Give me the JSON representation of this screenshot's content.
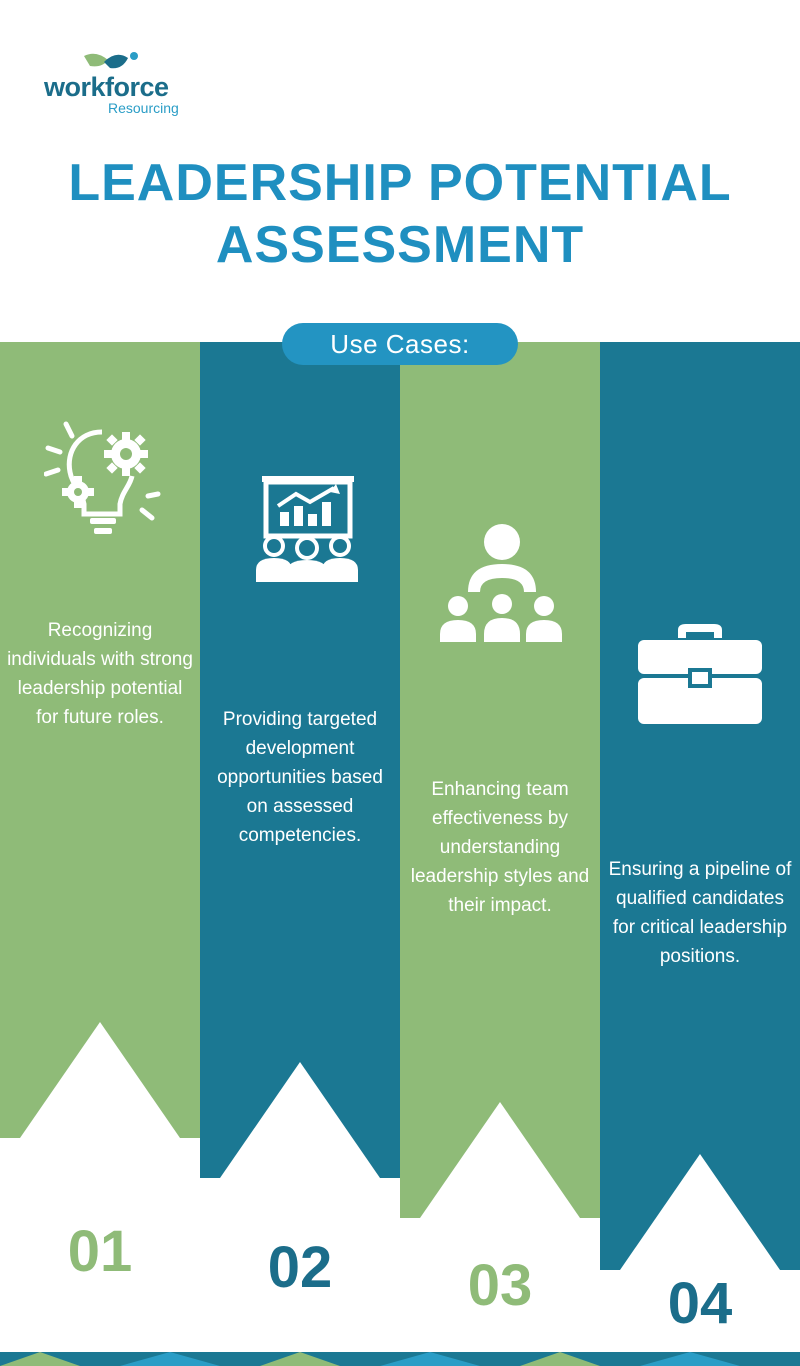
{
  "logo": {
    "word": "workforce",
    "sub": "Resourcing"
  },
  "title": {
    "line1": "LEADERSHIP POTENTIAL",
    "line2": "ASSESSMENT"
  },
  "section_label": "Use Cases:",
  "cases": [
    {
      "number": "01",
      "icon": "lightbulb-gears-icon",
      "text": "Recognizing individuals with strong leadership potential for future roles."
    },
    {
      "number": "02",
      "icon": "presentation-board-team-icon",
      "text": "Providing targeted development opportunities based on assessed competencies."
    },
    {
      "number": "03",
      "icon": "team-hierarchy-icon",
      "text": "Enhancing team effectiveness by understanding leadership styles and their impact."
    },
    {
      "number": "04",
      "icon": "briefcase-icon",
      "text": "Ensuring a pipeline of qualified candidates for critical leadership positions."
    }
  ],
  "colors": {
    "green": "#8fbb78",
    "blue": "#1b7893",
    "title": "#1f8fc0",
    "pill": "#2394c2",
    "number_blue": "#1b6d8a"
  }
}
